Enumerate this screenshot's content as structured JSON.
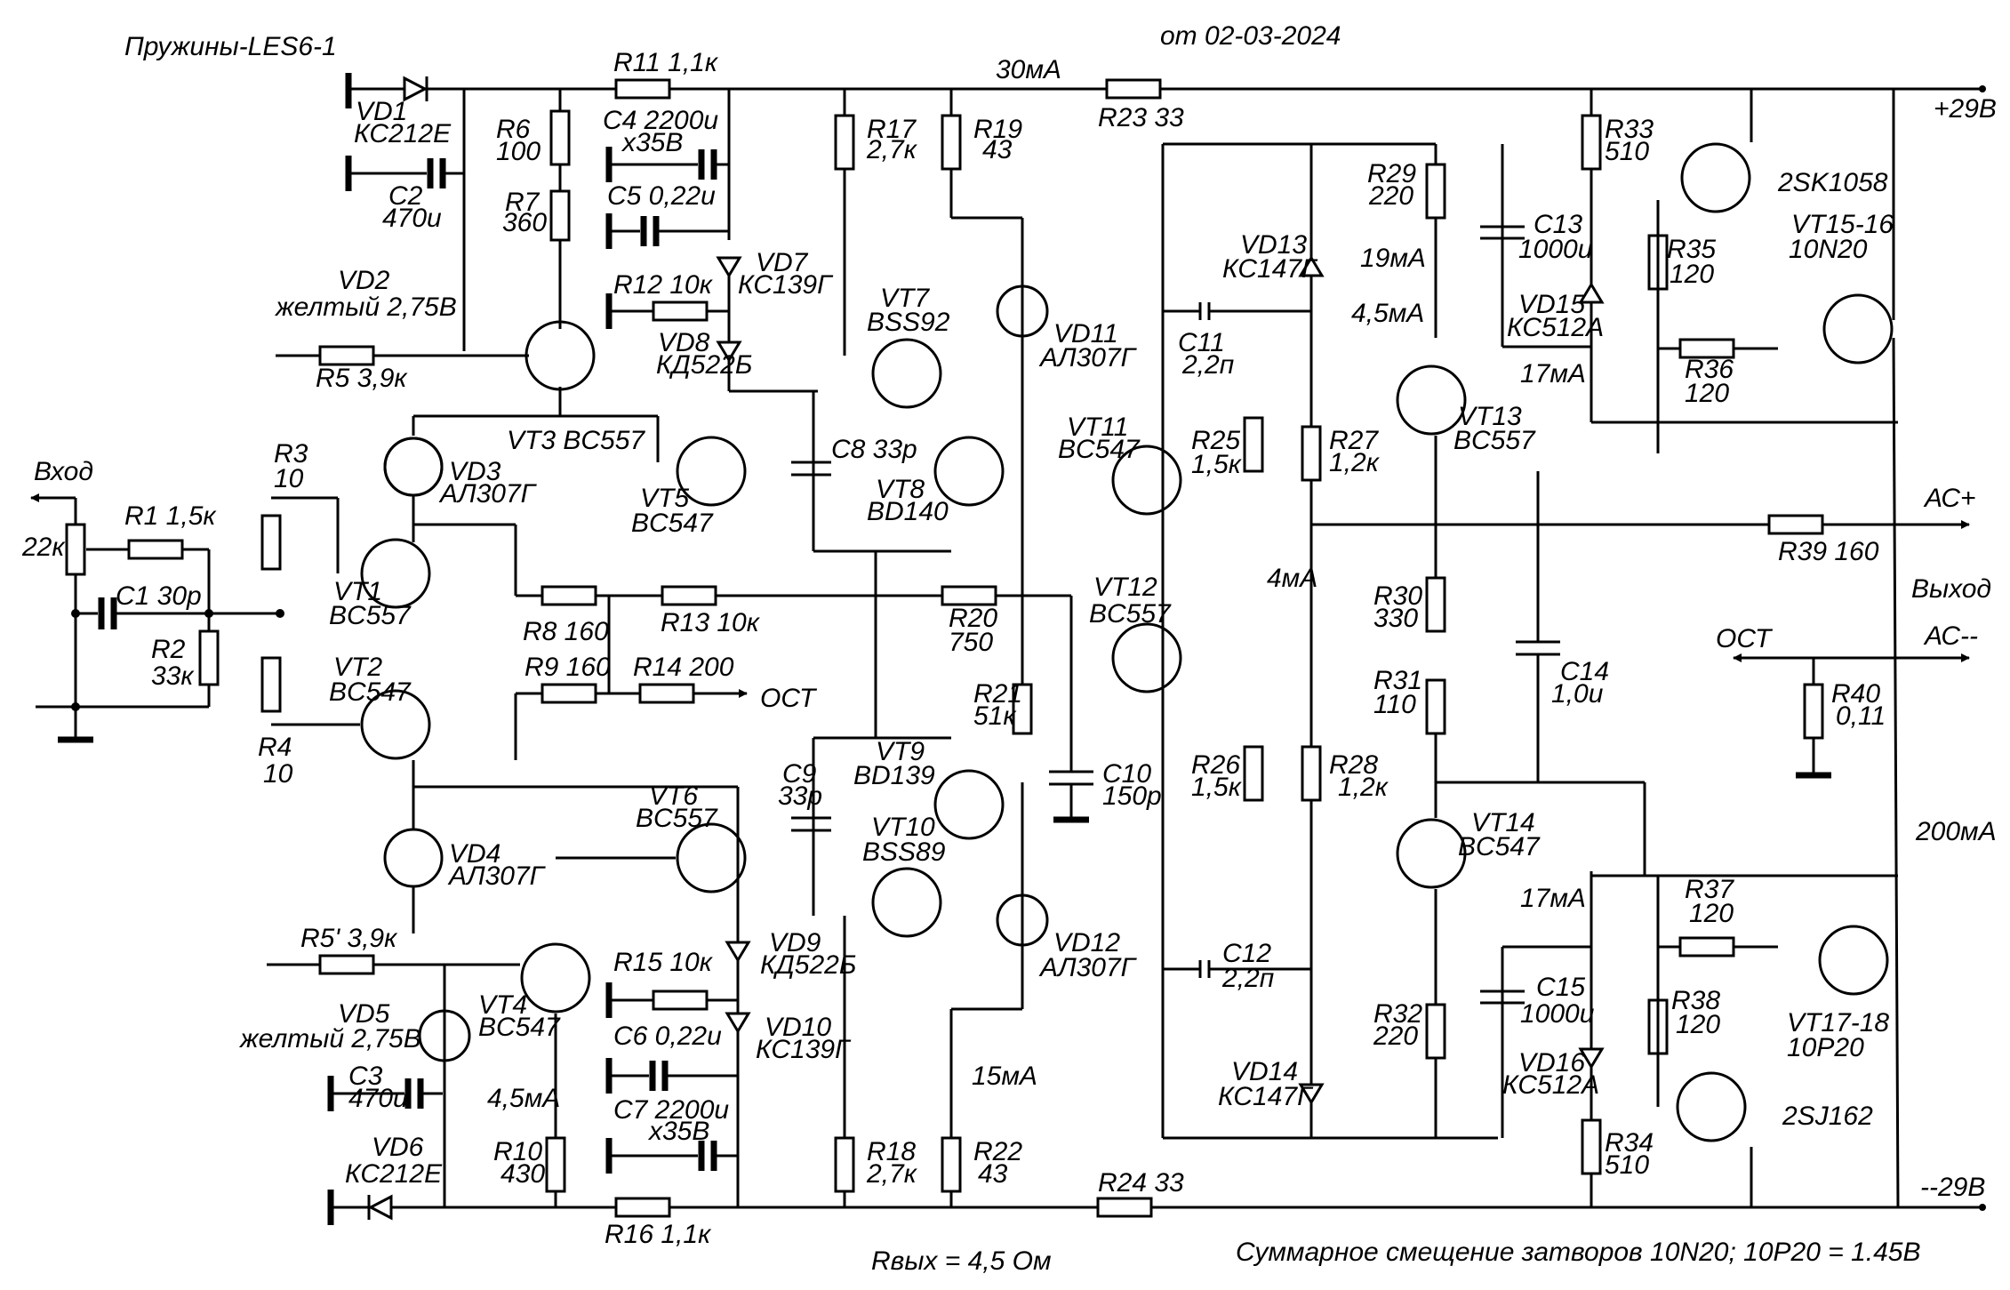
{
  "title": "Пружины-LES6-1",
  "date": "от 02-03-2024",
  "footer": {
    "rout": "Rвых = 4,5 Ом",
    "bias_note": "Суммарное смещение затворов 10N20; 10P20 = 1.45В"
  },
  "rails": {
    "pos": "+29В",
    "neg": "--29В"
  },
  "io": {
    "input": "Вход",
    "output": "Выход",
    "ac_plus": "АС+",
    "ac_minus": "АС--",
    "ost": "ОСТ",
    "ost2": "ОСТ"
  },
  "resistors": {
    "R1": "R1   1,5к",
    "R2": "R2",
    "R2v": "33к",
    "R3": "R3",
    "R3v": "10",
    "R4": "R4",
    "R4v": "10",
    "R5": "R5   3,9к",
    "R5p": "R5'  3,9к",
    "R6": "R6",
    "R6v": "100",
    "R7": "R7",
    "R7v": "360",
    "R8": "R8   160",
    "R9": "R9   160",
    "R10": "R10",
    "R10v": "430",
    "R11": "R11  1,1к",
    "R12": "R12  10к",
    "R13": "R13   10к",
    "R14": "R14   200",
    "R15": "R15   10к",
    "R16": "R16   1,1к",
    "R17": "R17",
    "R17v": "2,7к",
    "R18": "R18",
    "R18v": "2,7к",
    "R19": "R19",
    "R19v": "43",
    "R20": "R20",
    "R20v": "750",
    "R21": "R21",
    "R21v": "51к",
    "R22": "R22",
    "R22v": "43",
    "R23": "R23   33",
    "R24": "R24   33",
    "R25": "R25",
    "R25v": "1,5к",
    "R26": "R26",
    "R26v": "1,5к",
    "R27": "R27",
    "R27v": "1,2к",
    "R28": "R28",
    "R28v": "1,2к",
    "R29": "R29",
    "R29v": "220",
    "R30": "R30",
    "R30v": "330",
    "R31": "R31",
    "R31v": "110",
    "R32": "R32",
    "R32v": "220",
    "R33": "R33",
    "R33v": "510",
    "R34": "R34",
    "R34v": "510",
    "R35": "R35",
    "R35v": "120",
    "R36": "R36",
    "R36v": "120",
    "R37": "R37",
    "R37v": "120",
    "R38": "R38",
    "R38v": "120",
    "R39": "R39   160",
    "R40": "R40",
    "R40v": "0,11",
    "Rin": "22к"
  },
  "capacitors": {
    "C1": "C1   30р",
    "C2": "C2",
    "C2v": "470u",
    "C3": "C3",
    "C3v": "470u",
    "C4": "C4   2200u",
    "C4v": "х35В",
    "C5": "C5   0,22u",
    "C6": "C6   0,22u",
    "C7": "C7   2200u",
    "C7v": "х35В",
    "C8": "C8   33р",
    "C9": "C9",
    "C9v": "33р",
    "C10": "C10",
    "C10v": "150р",
    "C11": "C11",
    "C11v": "2,2п",
    "C12": "C12",
    "C12v": "2,2п",
    "C13": "C13",
    "C13v": "1000u",
    "C14": "C14",
    "C14v": "1,0u",
    "C15": "C15",
    "C15v": "1000u"
  },
  "diodes": {
    "VD1": "VD1",
    "VD1v": "КС212Е",
    "VD2": "VD2",
    "VD2v": "желтый 2,75В",
    "VD3": "VD3",
    "VD3v": "АЛ307Г",
    "VD4": "VD4",
    "VD4v": "АЛ307Г",
    "VD5": "VD5",
    "VD5v": "желтый 2,75В",
    "VD6": "VD6",
    "VD6v": "КС212Е",
    "VD7": "VD7",
    "VD7v": "КС139Г",
    "VD8": "VD8",
    "VD8v": "КД522Б",
    "VD9": "VD9",
    "VD9v": "КД522Б",
    "VD10": "VD10",
    "VD10v": "КС139Г",
    "VD11": "VD11",
    "VD11v": "АЛ307Г",
    "VD12": "VD12",
    "VD12v": "АЛ307Г",
    "VD13": "VD13",
    "VD13v": "КС147Г",
    "VD14": "VD14",
    "VD14v": "КС147Г",
    "VD15": "VD15",
    "VD15v": "КС512А",
    "VD16": "VD16",
    "VD16v": "КС512А"
  },
  "transistors": {
    "VT1": "VT1",
    "VT1v": "BC557",
    "VT2": "VT2",
    "VT2v": "BC547",
    "VT3": "VT3   BC557",
    "VT4": "VT4",
    "VT4v": "BC547",
    "VT5": "VT5",
    "VT5v": "BC547",
    "VT6": "VT6",
    "VT6v": "BC557",
    "VT7": "VT7",
    "VT7v": "BSS92",
    "VT8": "VT8",
    "VT8v": "BD140",
    "VT9": "VT9",
    "VT9v": "BD139",
    "VT10": "VT10",
    "VT10v": "BSS89",
    "VT11": "VT11",
    "VT11v": "BC547",
    "VT12": "VT12",
    "VT12v": "BC557",
    "VT13": "VT13",
    "VT13v": "BC557",
    "VT14": "VT14",
    "VT14v": "BC547",
    "VT1516": "VT15-16",
    "VT1516v": "10N20",
    "VT1718": "VT17-18",
    "VT1718v": "10P20",
    "Q2SK": "2SK1058",
    "Q2SJ": "2SJ162"
  },
  "currents": {
    "i30": "30мА",
    "i19": "19мА",
    "i45a": "4,5мА",
    "i17a": "17мА",
    "i4": "4мА",
    "i200": "200мА",
    "i17b": "17мА",
    "i15": "15мА",
    "i45b": "4,5мА"
  }
}
